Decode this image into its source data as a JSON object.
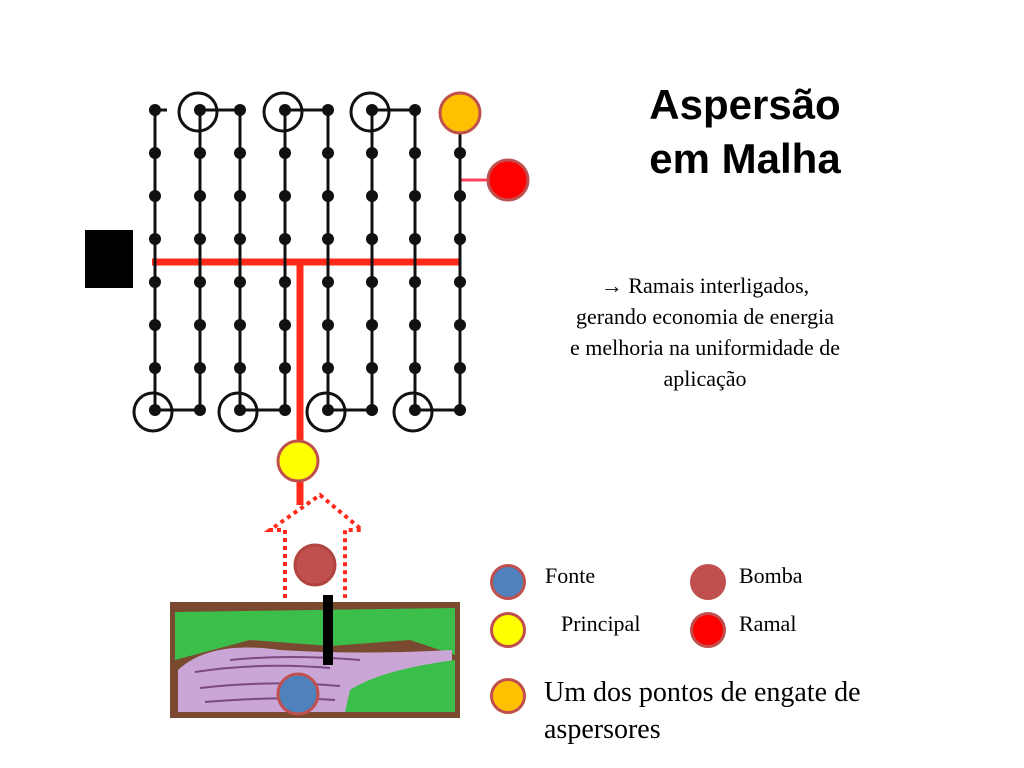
{
  "title": {
    "line1": "Aspersão",
    "line2": "em Malha"
  },
  "description": {
    "arrow": "→",
    "lines": [
      "Ramais interligados,",
      "gerando economia de energia",
      "e melhoria na uniformidade de",
      "aplicação"
    ]
  },
  "legend": [
    {
      "label": "Fonte",
      "color": "#4f81bd"
    },
    {
      "label": "Bomba",
      "color": "#c0504d"
    },
    {
      "label": "Principal",
      "color": "#ffff00"
    },
    {
      "label": "Ramal",
      "color": "#ff0000"
    }
  ],
  "note": {
    "text": "Um dos pontos de engate de aspersores",
    "color": "#ffc000"
  },
  "colors": {
    "pipe": "#ff2a1a",
    "node": "#111111",
    "water": "#c9a6d6",
    "grass": "#3cbf4a",
    "soil": "#8b5a3c"
  }
}
